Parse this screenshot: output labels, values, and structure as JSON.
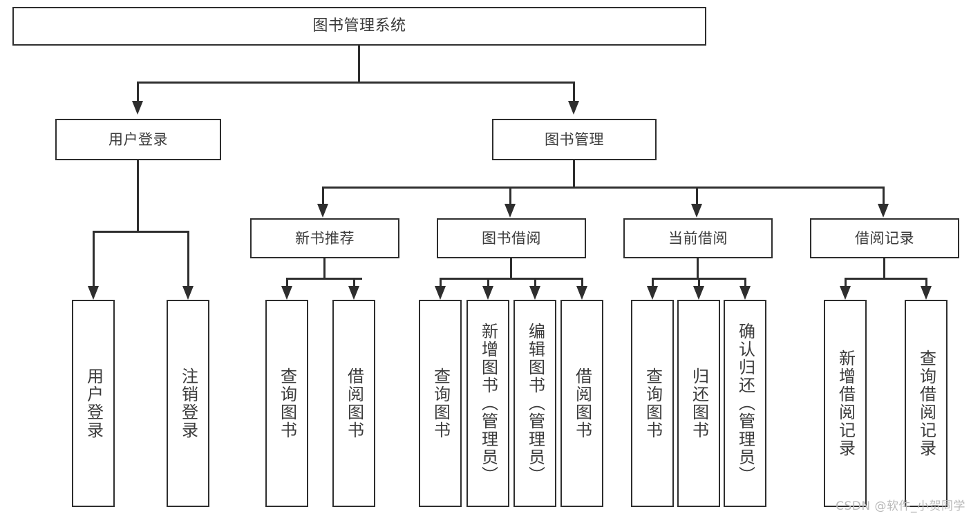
{
  "diagram": {
    "type": "tree-hierarchy-chart",
    "title": "图书管理系统",
    "watermark": "CSDN @软件_小贺同学",
    "colors": {
      "background": "#ffffff",
      "stroke": "#2e2e2e",
      "text": "#3b3b3b",
      "watermark": "#b9b9b9"
    },
    "nodes": {
      "root": {
        "label": "图书管理系统"
      },
      "level2": [
        {
          "id": "user-login",
          "label": "用户登录"
        },
        {
          "id": "book-management",
          "label": "图书管理"
        }
      ],
      "level3": [
        {
          "id": "new-book-recommend",
          "label": "新书推荐"
        },
        {
          "id": "book-borrow",
          "label": "图书借阅"
        },
        {
          "id": "current-borrow",
          "label": "当前借阅"
        },
        {
          "id": "borrow-record",
          "label": "借阅记录"
        }
      ],
      "leaves": {
        "user_login": [
          {
            "id": "leaf-user-login",
            "label": "用户登录"
          },
          {
            "id": "leaf-logout-login",
            "label": "注销登录"
          }
        ],
        "new_book_recommend": [
          {
            "id": "leaf-query-book-1",
            "label": "查询图书"
          },
          {
            "id": "leaf-borrow-book-1",
            "label": "借阅图书"
          }
        ],
        "book_borrow": [
          {
            "id": "leaf-query-book-2",
            "label": "查询图书"
          },
          {
            "id": "leaf-add-book",
            "label": "新增图书（管理员）"
          },
          {
            "id": "leaf-edit-book",
            "label": "编辑图书（管理员）"
          },
          {
            "id": "leaf-borrow-book-2",
            "label": "借阅图书"
          }
        ],
        "current_borrow": [
          {
            "id": "leaf-query-book-3",
            "label": "查询图书"
          },
          {
            "id": "leaf-return-book",
            "label": "归还图书"
          },
          {
            "id": "leaf-confirm-return",
            "label": "确认归还（管理员）"
          }
        ],
        "borrow_record": [
          {
            "id": "leaf-add-record",
            "label": "新增借阅记录"
          },
          {
            "id": "leaf-query-record",
            "label": "查询借阅记录"
          }
        ]
      }
    }
  }
}
